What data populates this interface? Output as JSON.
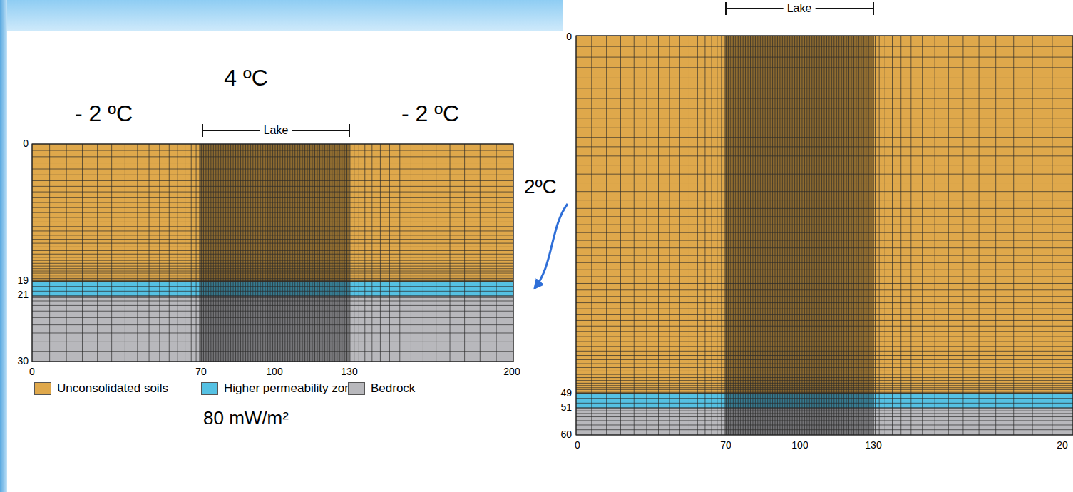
{
  "diagram": {
    "labels": [
      "- 2 ºC",
      "4 ºC",
      "- 2 ºC",
      "Lake",
      "0",
      "19",
      "21",
      "30",
      "0",
      "70",
      "100",
      "130",
      "200",
      "80 mW/m²",
      "2ºC",
      "Lake",
      "0",
      "49",
      "51",
      "60",
      "0",
      "70",
      "100",
      "130",
      "20"
    ],
    "legend": [
      {
        "text": "Unconsolidated soils",
        "color": "#dfa84b"
      },
      {
        "text": "Higher permeability zone",
        "color": "#55c1e3"
      },
      {
        "text": "Bedrock",
        "color": "#b8b8bc"
      }
    ]
  }
}
